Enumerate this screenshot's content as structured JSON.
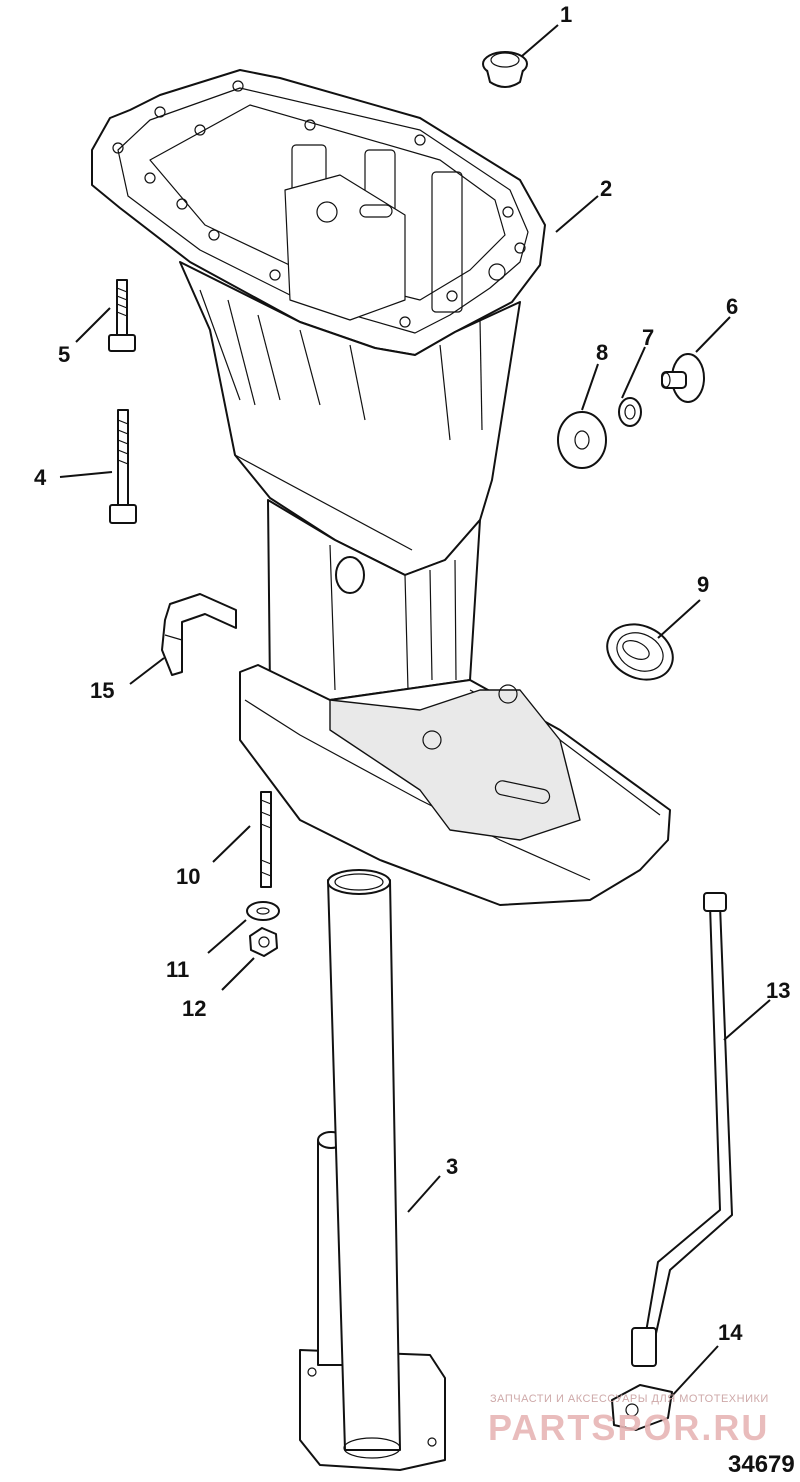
{
  "diagram": {
    "id_label": "34679",
    "watermark": {
      "tagline": "ЗАПЧАСТИ И АКСЕССУАРЫ ДЛЯ МОТОТЕХНИКИ",
      "brand": "PARTSPOR.RU"
    },
    "callouts": [
      {
        "key": "c1",
        "label": "1"
      },
      {
        "key": "c2",
        "label": "2"
      },
      {
        "key": "c3",
        "label": "3"
      },
      {
        "key": "c4",
        "label": "4"
      },
      {
        "key": "c5",
        "label": "5"
      },
      {
        "key": "c6",
        "label": "6"
      },
      {
        "key": "c7",
        "label": "7"
      },
      {
        "key": "c8",
        "label": "8"
      },
      {
        "key": "c9",
        "label": "9"
      },
      {
        "key": "c10",
        "label": "10"
      },
      {
        "key": "c11",
        "label": "11"
      },
      {
        "key": "c12",
        "label": "12"
      },
      {
        "key": "c13",
        "label": "13"
      },
      {
        "key": "c14",
        "label": "14"
      },
      {
        "key": "c15",
        "label": "15"
      }
    ]
  }
}
